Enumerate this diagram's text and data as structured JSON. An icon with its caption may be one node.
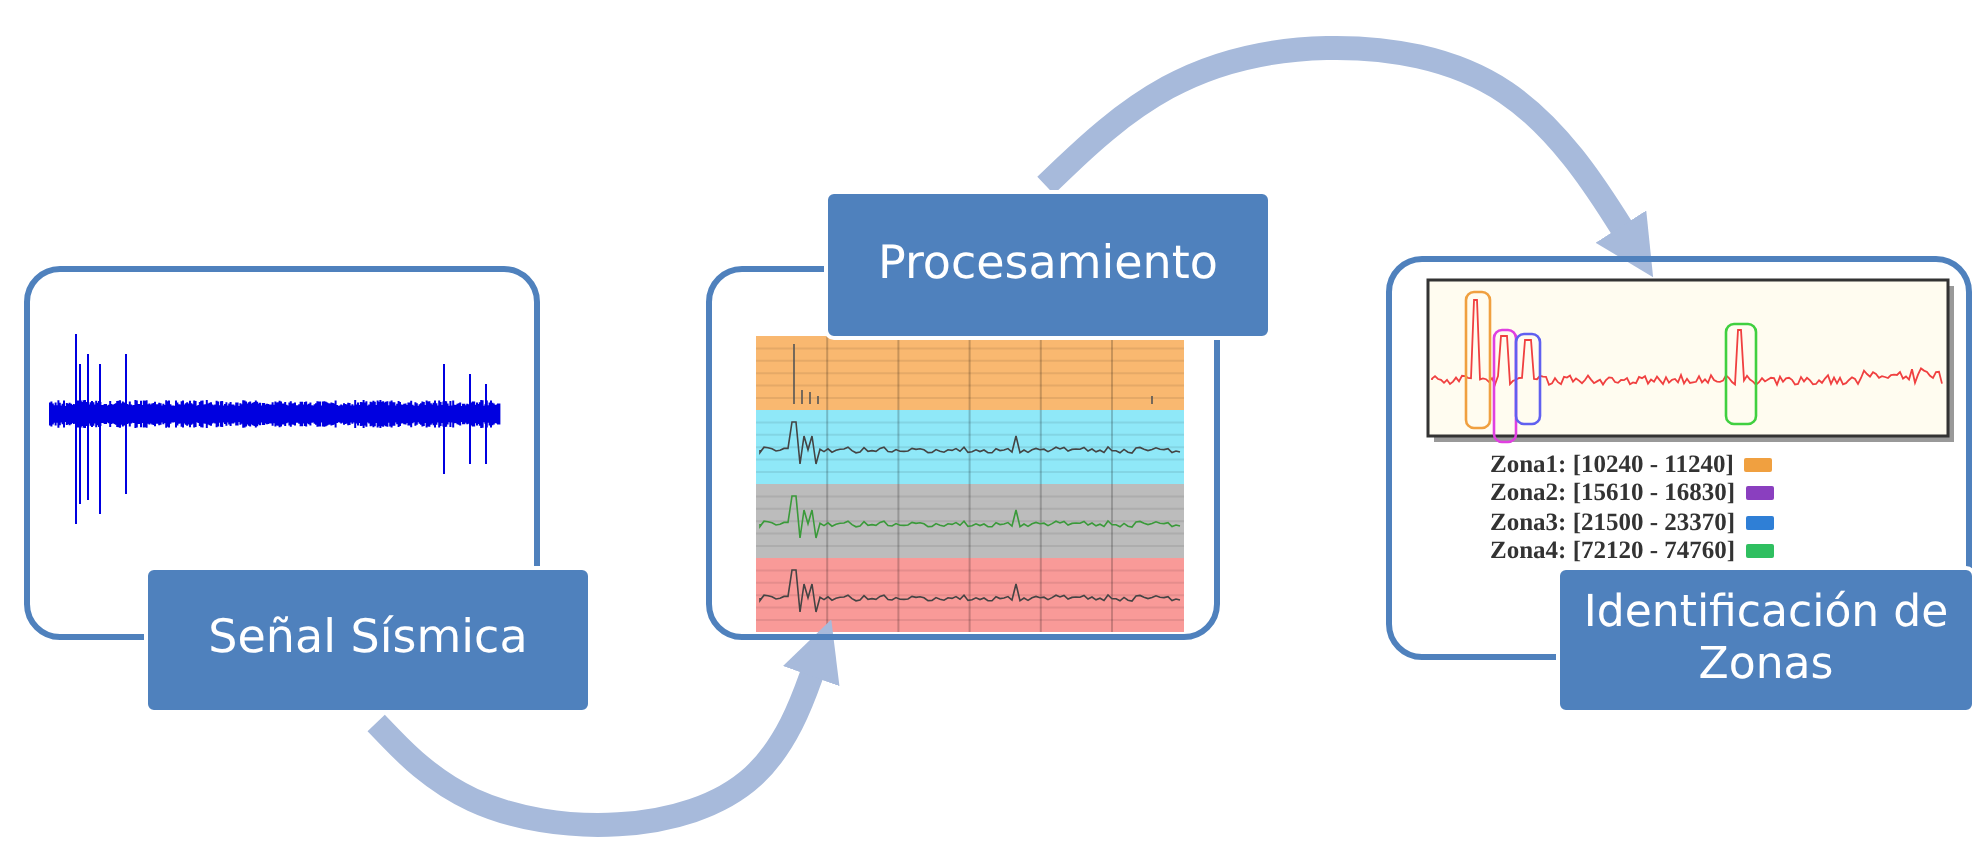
{
  "diagram": {
    "nodes": [
      {
        "text": [
          "Señal Sísmica"
        ]
      },
      {
        "text": [
          "Procesamiento"
        ]
      },
      {
        "text": [
          "Identificación de Zonas"
        ]
      }
    ],
    "edges": [
      {
        "from": 0,
        "to": 1,
        "arrow": "to"
      },
      {
        "from": 1,
        "to": 2,
        "arrow": "to"
      }
    ],
    "legend": [
      {
        "text": "Zona1: [10240 - 11240]",
        "color": "#f0a040"
      },
      {
        "text": "Zona2: [15610 - 16830]",
        "color": "#8a3fbf"
      },
      {
        "text": "Zona3: [21500 - 23370]",
        "color": "#2f7fd6"
      },
      {
        "text": "Zona4: [72120 - 74760]",
        "color": "#2fbf60"
      }
    ]
  }
}
